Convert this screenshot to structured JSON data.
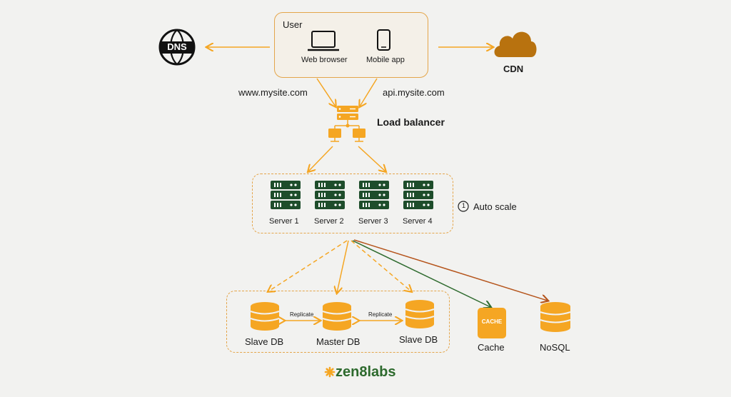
{
  "user": {
    "title": "User",
    "web_browser": "Web browser",
    "mobile_app": "Mobile app"
  },
  "dns": {
    "label": "DNS"
  },
  "cdn": {
    "label": "CDN"
  },
  "links": {
    "left": "www.mysite.com",
    "right": "api.mysite.com"
  },
  "load_balancer": {
    "label": "Load balancer"
  },
  "servers": [
    {
      "label": "Server 1"
    },
    {
      "label": "Server 2"
    },
    {
      "label": "Server 3"
    },
    {
      "label": "Server 4"
    }
  ],
  "auto_scale": {
    "number": "1",
    "label": "Auto scale"
  },
  "databases": {
    "slave_left": "Slave DB",
    "master": "Master DB",
    "slave_right": "Slave DB",
    "replicate_left": "Replicate",
    "replicate_right": "Replicate"
  },
  "cache": {
    "label": "Cache",
    "icon_text": "CACHE"
  },
  "nosql": {
    "label": "NoSQL"
  },
  "brand": {
    "name": "zen8labs"
  },
  "colors": {
    "orange": "#f5a623",
    "dark_orange": "#b8720f",
    "server_green": "#1e4d2b",
    "arrow_green": "#2f6b2f",
    "arrow_rust": "#b5541b",
    "brand_green": "#2d6a2d"
  }
}
